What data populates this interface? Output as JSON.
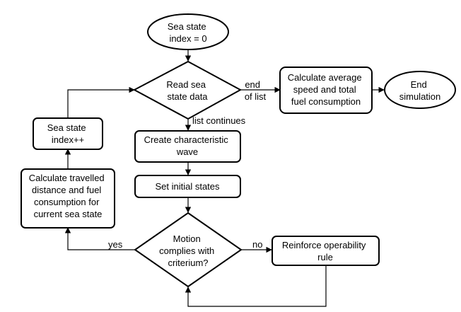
{
  "nodes": {
    "start": [
      "Sea state",
      "index = 0"
    ],
    "read": [
      "Read sea",
      "state data"
    ],
    "calc_avg": [
      "Calculate average",
      "speed and total",
      "fuel consumption"
    ],
    "end": [
      "End",
      "simulation"
    ],
    "create_wave": [
      "Create characteristic",
      "wave"
    ],
    "set_states": [
      "Set initial states"
    ],
    "sea_inc": [
      "Sea state",
      "index++"
    ],
    "calc_dist": [
      "Calculate travelled",
      "distance and fuel",
      "consumption for",
      "current sea state"
    ],
    "motion": [
      "Motion",
      "complies with",
      "criterium?"
    ],
    "reinforce": [
      "Reinforce operability",
      "rule"
    ]
  },
  "edge_labels": {
    "end_of_list": [
      "end",
      "of list"
    ],
    "list_continues": "list continues",
    "yes": "yes",
    "no": "no"
  }
}
